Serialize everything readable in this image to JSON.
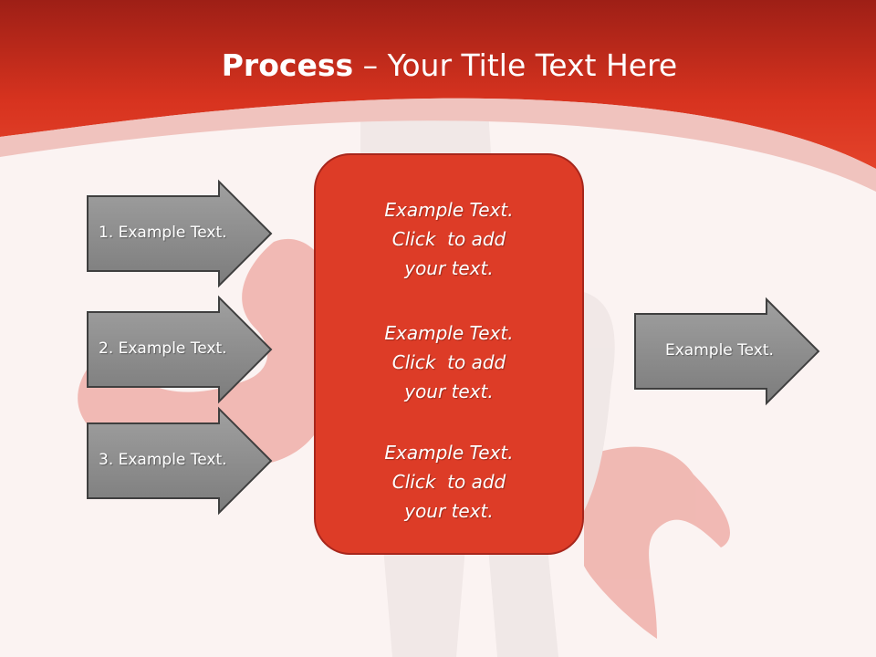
{
  "title": {
    "bold": "Process",
    "separator": " – ",
    "rest": "Your Title Text Here"
  },
  "inputs": [
    {
      "label": "1. Example Text."
    },
    {
      "label": "2. Example Text."
    },
    {
      "label": "3. Example Text."
    }
  ],
  "center_blocks": [
    {
      "lines": [
        "Example Text.",
        "Click  to add",
        "your text."
      ]
    },
    {
      "lines": [
        "Example Text.",
        "Click  to add",
        "your text."
      ]
    },
    {
      "lines": [
        "Example Text.",
        "Click  to add",
        "your text."
      ]
    }
  ],
  "output": {
    "label": "Example Text."
  },
  "colors": {
    "header": "#d7331f",
    "center_box": "#dd3c27",
    "arrow_fill": "#8e8e8e",
    "arrow_border": "#3f3f3f",
    "page_bg": "#fbf3f2"
  }
}
